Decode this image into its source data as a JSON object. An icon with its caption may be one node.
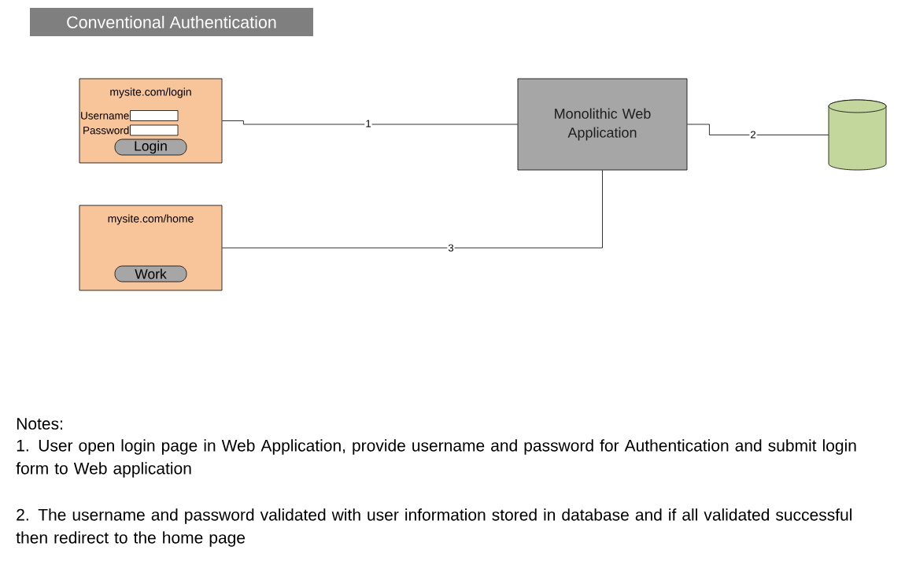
{
  "diagram": {
    "title": "Conventional Authentication",
    "nodes": [
      {
        "text": [
          "mysite.com/login",
          "Username",
          "Password"
        ]
      },
      {
        "text": [
          "Login"
        ],
        "in": 0
      },
      {
        "text": [
          "mysite.com/home"
        ]
      },
      {
        "text": [
          "Work"
        ],
        "in": 2
      },
      {
        "text": [
          "Monolithic Web Application"
        ]
      },
      {
        "text": [],
        "shape": "cylinder"
      }
    ],
    "edges": [
      {
        "from": 0,
        "to": 4,
        "arrow": "none",
        "label": "1"
      },
      {
        "from": 4,
        "to": 5,
        "arrow": "none",
        "label": "2"
      },
      {
        "from": 4,
        "to": 2,
        "arrow": "none",
        "label": "3"
      }
    ],
    "labels": [
      "Notes:",
      "1. User open login page in Web Application, provide username and password for Authentication and submit login form to Web application",
      "2. The username and password validated with user information stored in database and if all validated successful then redirect to the home page"
    ]
  }
}
